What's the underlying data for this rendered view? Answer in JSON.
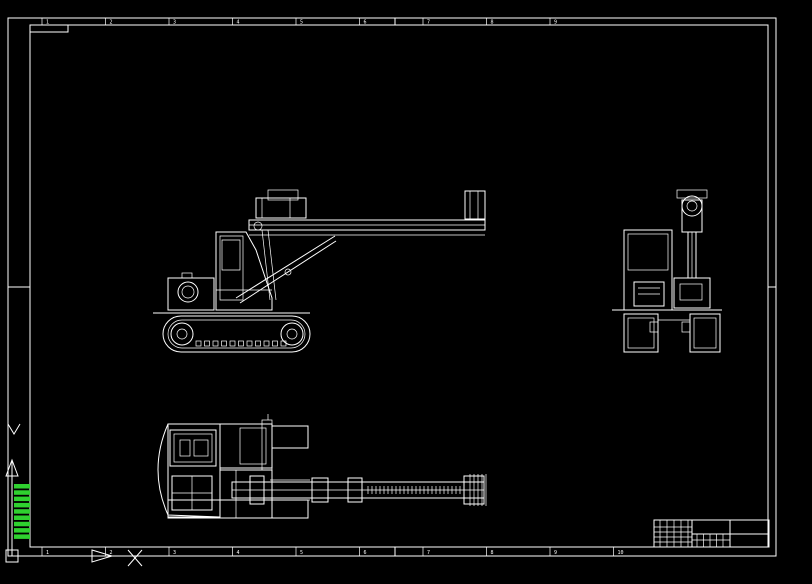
{
  "drawing": {
    "colors": {
      "background": "#000000",
      "line": "#ffffff",
      "accent": "#2fd12f"
    },
    "top_zone_numbers": [
      "1",
      "2",
      "3",
      "4",
      "5",
      "6",
      "7",
      "8",
      "9"
    ],
    "bottom_zone_numbers": [
      "1",
      "2",
      "3",
      "4",
      "5",
      "6",
      "7",
      "8",
      "9",
      "10"
    ],
    "views": [
      "side-elevation",
      "rear-elevation",
      "plan-view"
    ],
    "icons": [
      "ucs-axis-icon",
      "layer-legend-swatches"
    ]
  }
}
